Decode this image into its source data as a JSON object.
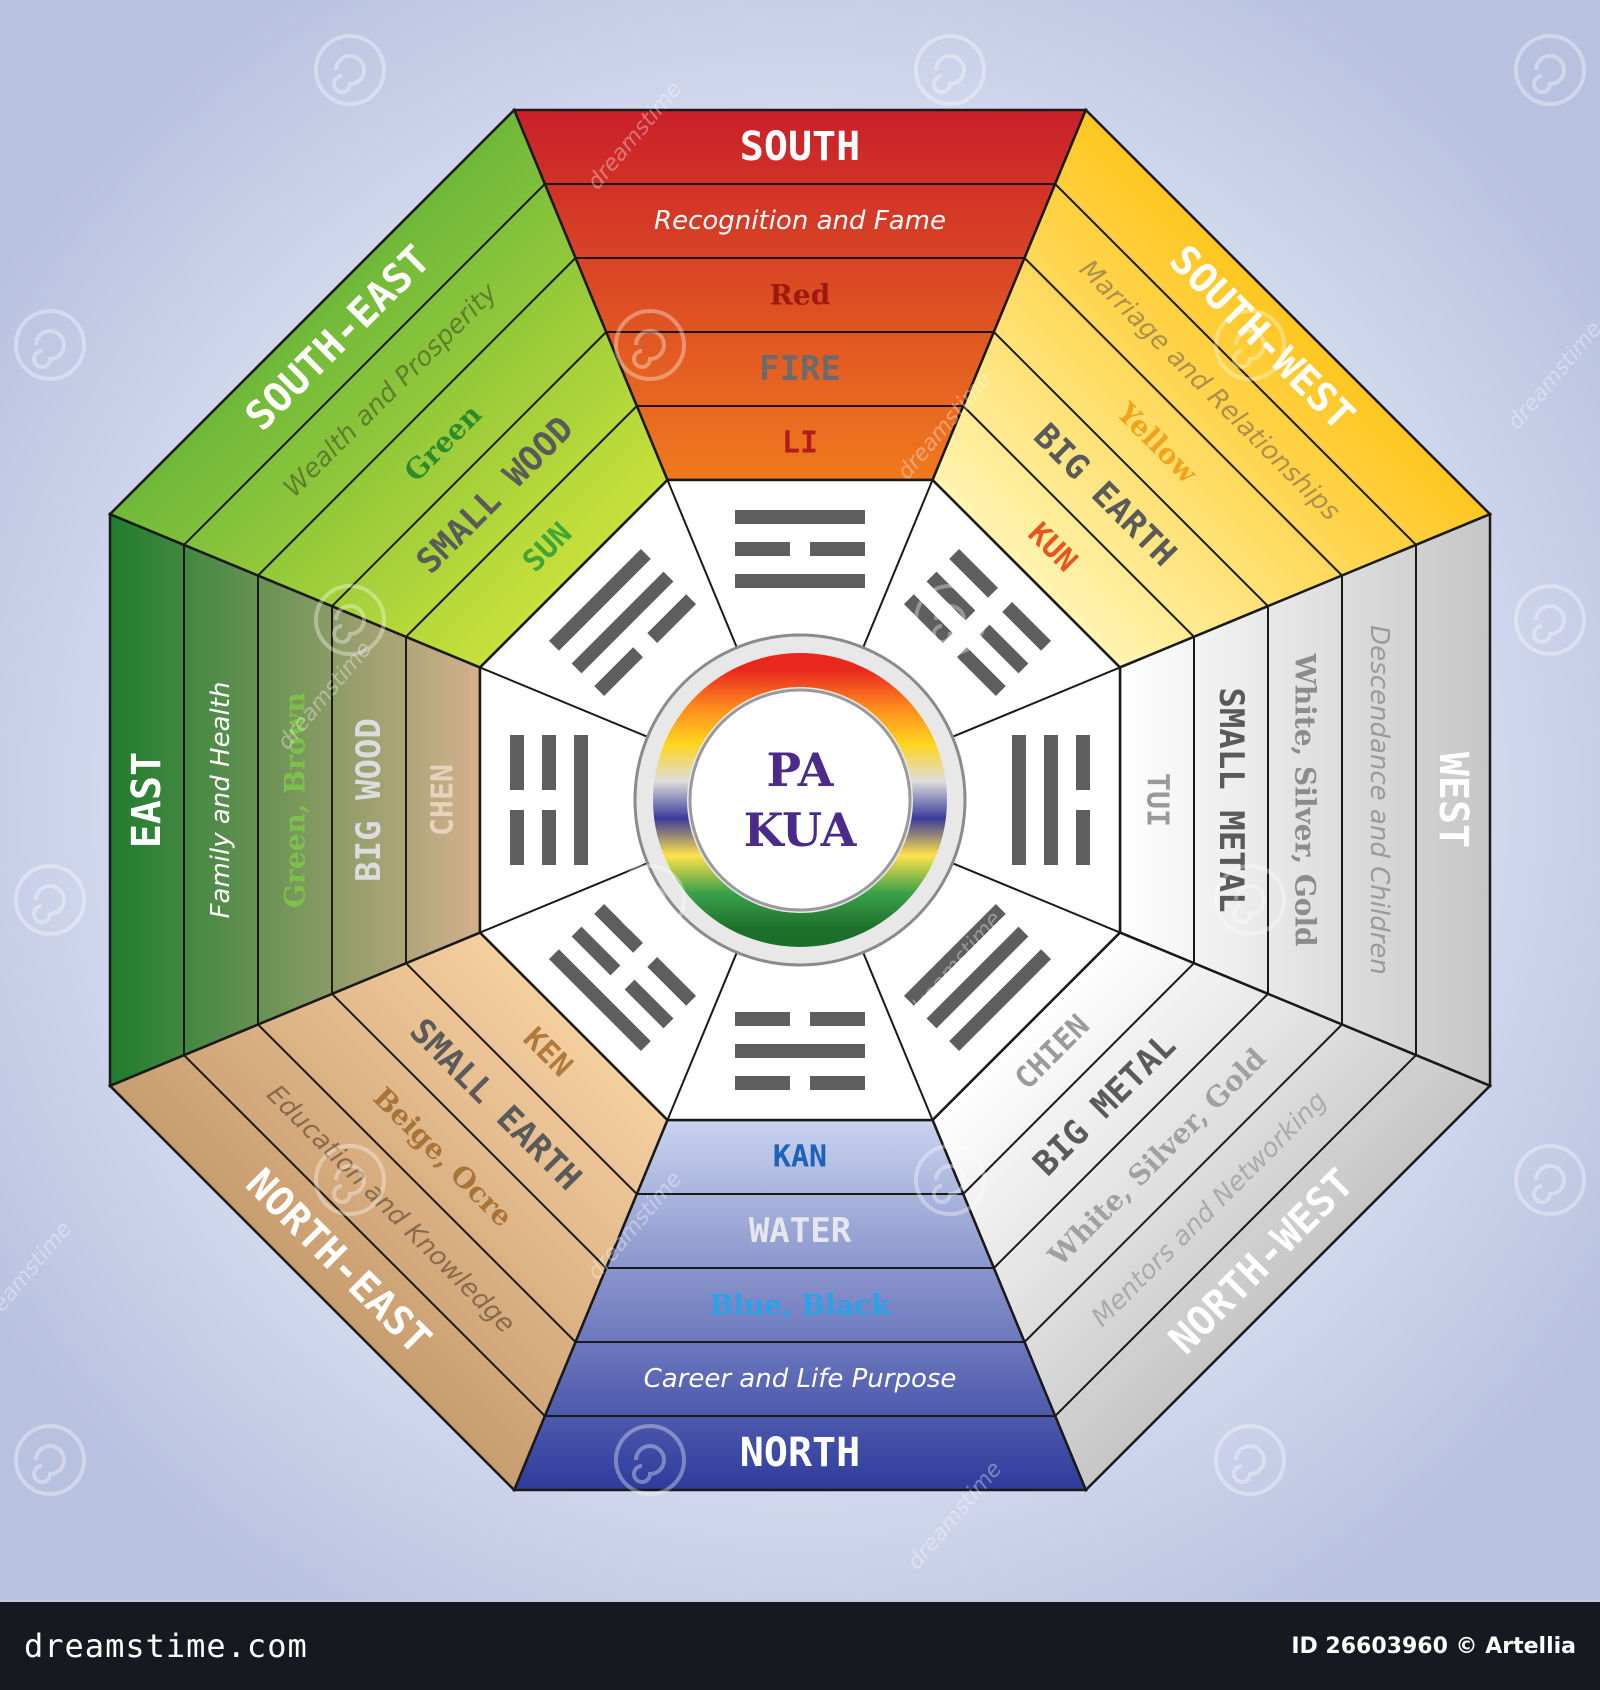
{
  "center": {
    "line1": "PA",
    "line2": "KUA"
  },
  "sectors": [
    {
      "id": "south",
      "bands": [
        {
          "text": "LI",
          "color": "#b31b1b",
          "font": "mono",
          "weight": "bold",
          "style": "normal"
        },
        {
          "text": "FIRE",
          "color": "#6b6b6b",
          "font": "mono",
          "weight": "bold",
          "style": "normal"
        },
        {
          "text": "Red",
          "color": "#9c1a10",
          "font": "serif",
          "weight": "bold",
          "style": "normal"
        },
        {
          "text": "Recognition and Fame",
          "color": "#ffffff",
          "font": "sans",
          "weight": "normal",
          "style": "italic"
        },
        {
          "text": "SOUTH",
          "color": "#ffffff",
          "font": "mono",
          "weight": "bold",
          "style": "normal"
        }
      ]
    },
    {
      "id": "south-west",
      "bands": [
        {
          "text": "KUN",
          "color": "#e8561f",
          "font": "mono",
          "weight": "bold",
          "style": "normal"
        },
        {
          "text": "BIG EARTH",
          "color": "#5a5a5a",
          "font": "mono",
          "weight": "bold",
          "style": "normal"
        },
        {
          "text": "Yellow",
          "color": "#f2a21b",
          "font": "serif",
          "weight": "bold",
          "style": "normal"
        },
        {
          "text": "Marriage and Relationships",
          "color": "#ad8e4c",
          "font": "sans",
          "weight": "normal",
          "style": "italic"
        },
        {
          "text": "SOUTH-WEST",
          "color": "#ffffff",
          "font": "mono",
          "weight": "bold",
          "style": "normal"
        }
      ]
    },
    {
      "id": "west",
      "bands": [
        {
          "text": "TUI",
          "color": "#9a9a9a",
          "font": "mono",
          "weight": "bold",
          "style": "normal"
        },
        {
          "text": "SMALL METAL",
          "color": "#5a5a5a",
          "font": "mono",
          "weight": "bold",
          "style": "normal"
        },
        {
          "text": "White, Silver, Gold",
          "color": "#8c8c8c",
          "font": "serif",
          "weight": "bold",
          "style": "normal"
        },
        {
          "text": "Descendance and Children",
          "color": "#9a9a9a",
          "font": "sans",
          "weight": "normal",
          "style": "italic"
        },
        {
          "text": "WEST",
          "color": "#ffffff",
          "font": "mono",
          "weight": "bold",
          "style": "normal"
        }
      ]
    },
    {
      "id": "north-west",
      "bands": [
        {
          "text": "CHIEN",
          "color": "#9a9a9a",
          "font": "mono",
          "weight": "bold",
          "style": "normal"
        },
        {
          "text": "BIG METAL",
          "color": "#5a5a5a",
          "font": "mono",
          "weight": "bold",
          "style": "normal"
        },
        {
          "text": "White, Silver, Gold",
          "color": "#a0a0a0",
          "font": "serif",
          "weight": "bold",
          "style": "normal"
        },
        {
          "text": "Mentors and Networking",
          "color": "#aaaaaa",
          "font": "sans",
          "weight": "normal",
          "style": "italic"
        },
        {
          "text": "NORTH-WEST",
          "color": "#ffffff",
          "font": "mono",
          "weight": "bold",
          "style": "normal"
        }
      ]
    },
    {
      "id": "north",
      "bands": [
        {
          "text": "KAN",
          "color": "#1b63b8",
          "font": "mono",
          "weight": "bold",
          "style": "normal"
        },
        {
          "text": "WATER",
          "color": "#e6e6ee",
          "font": "mono",
          "weight": "bold",
          "style": "normal"
        },
        {
          "text": "Blue, Black",
          "color": "#29a3e6",
          "font": "serif",
          "weight": "bold",
          "style": "normal"
        },
        {
          "text": "Career and Life Purpose",
          "color": "#ffffff",
          "font": "sans",
          "weight": "normal",
          "style": "italic"
        },
        {
          "text": "NORTH",
          "color": "#ffffff",
          "font": "mono",
          "weight": "bold",
          "style": "normal"
        }
      ]
    },
    {
      "id": "north-east",
      "bands": [
        {
          "text": "KEN",
          "color": "#b07a3a",
          "font": "mono",
          "weight": "bold",
          "style": "normal"
        },
        {
          "text": "SMALL EARTH",
          "color": "#5a5a5a",
          "font": "mono",
          "weight": "bold",
          "style": "normal"
        },
        {
          "text": "Beige, Ocre",
          "color": "#a8743a",
          "font": "serif",
          "weight": "bold",
          "style": "normal"
        },
        {
          "text": "Education and Knowledge",
          "color": "#8a6a4a",
          "font": "sans",
          "weight": "normal",
          "style": "italic"
        },
        {
          "text": "NORTH-EAST",
          "color": "#ffffff",
          "font": "mono",
          "weight": "bold",
          "style": "normal"
        }
      ]
    },
    {
      "id": "east",
      "bands": [
        {
          "text": "CHEN",
          "color": "#e8d2be",
          "font": "mono",
          "weight": "bold",
          "style": "normal"
        },
        {
          "text": "BIG WOOD",
          "color": "#dcdcdc",
          "font": "mono",
          "weight": "bold",
          "style": "normal"
        },
        {
          "text": "Green, Brown",
          "color": "#7cc24a",
          "font": "serif",
          "weight": "bold",
          "style": "normal"
        },
        {
          "text": "Family and Health",
          "color": "#ffffff",
          "font": "sans",
          "weight": "normal",
          "style": "italic"
        },
        {
          "text": "EAST",
          "color": "#ffffff",
          "font": "mono",
          "weight": "bold",
          "style": "normal"
        }
      ]
    },
    {
      "id": "south-east",
      "bands": [
        {
          "text": "SUN",
          "color": "#3fa637",
          "font": "mono",
          "weight": "bold",
          "style": "normal"
        },
        {
          "text": "SMALL WOOD",
          "color": "#5a5a5a",
          "font": "mono",
          "weight": "bold",
          "style": "normal"
        },
        {
          "text": "Green",
          "color": "#2d8a2d",
          "font": "serif",
          "weight": "bold",
          "style": "normal"
        },
        {
          "text": "Wealth and Prosperity",
          "color": "#5f7e2a",
          "font": "sans",
          "weight": "normal",
          "style": "italic"
        },
        {
          "text": "SOUTH-EAST",
          "color": "#ffffff",
          "font": "mono",
          "weight": "bold",
          "style": "normal"
        }
      ]
    }
  ],
  "sector_colors": {
    "south": [
      "#f07a1e",
      "#c91f2a"
    ],
    "south-west": [
      "#fff4b0",
      "#ffc61f"
    ],
    "west": [
      "#ffffff",
      "#c6c6c6"
    ],
    "north-west": [
      "#ffffff",
      "#c6c6c6"
    ],
    "north": [
      "#c9d3ee",
      "#2e3b9c"
    ],
    "north-east": [
      "#f5cfa0",
      "#c89d70"
    ],
    "east": [
      "#d4b08c",
      "#1e7d2e"
    ],
    "south-east": [
      "#c8e03a",
      "#6eb83a"
    ]
  },
  "ring_colors": [
    "#e8271e",
    "#ff8a1e",
    "#ffd51e",
    "#dcdcdc",
    "#3b3b9c",
    "#ffe24a",
    "#3aa14a",
    "#1b6f2b"
  ],
  "trigrams": [
    {
      "sector": "south",
      "lines": [
        "solid",
        "broken",
        "solid"
      ]
    },
    {
      "sector": "south-west",
      "lines": [
        "broken",
        "broken",
        "broken"
      ]
    },
    {
      "sector": "west",
      "lines": [
        "broken",
        "solid",
        "solid"
      ]
    },
    {
      "sector": "north-west",
      "lines": [
        "solid",
        "solid",
        "solid"
      ]
    },
    {
      "sector": "north",
      "lines": [
        "broken",
        "solid",
        "broken"
      ]
    },
    {
      "sector": "north-east",
      "lines": [
        "solid",
        "broken",
        "broken"
      ]
    },
    {
      "sector": "east",
      "lines": [
        "broken",
        "broken",
        "solid"
      ]
    },
    {
      "sector": "south-east",
      "lines": [
        "solid",
        "solid",
        "broken"
      ]
    }
  ],
  "watermark": {
    "text": "dreamstime"
  },
  "footer": {
    "site": "dreamstime.com",
    "id": "ID 26603960 © Artellia"
  }
}
